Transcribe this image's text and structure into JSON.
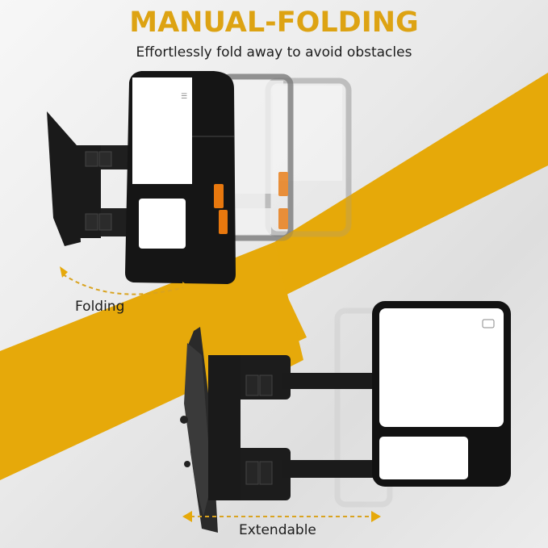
{
  "header": {
    "title": "MANUAL-FOLDING",
    "subtitle": "Effortlessly fold away to avoid obstacles"
  },
  "labels": {
    "folding": "Folding",
    "extendable": "Extendable"
  },
  "colors": {
    "accent": "#E6A90A",
    "title": "#DDA313",
    "mirror_frame": "#151515",
    "turn_signal": "#E8780E",
    "glass": "#FFFFFF"
  },
  "icons": {
    "heated_mirror": "heated-mirror-icon",
    "arrow_folding": "curved-double-arrow-icon",
    "arrow_extendable": "horizontal-double-arrow-icon"
  }
}
